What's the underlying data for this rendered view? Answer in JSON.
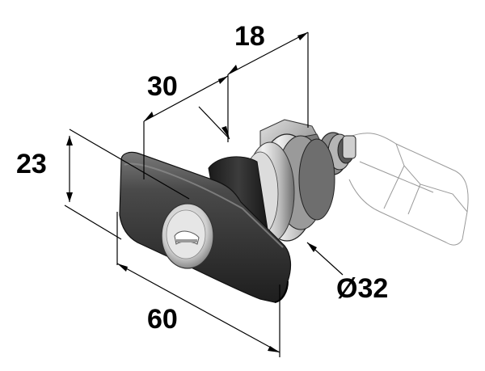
{
  "drawing": {
    "dimensions": {
      "top_depth": "18",
      "shank_depth": "30",
      "height": "23",
      "width": "60",
      "diameter": "Ø32"
    },
    "colors": {
      "handle": "#2e2e2e",
      "handle_highlight": "#6a6a6a",
      "metal": "#c8c8c8",
      "metal_dark": "#7a7a7a",
      "line": "#000000",
      "outline_part": "#9a9a9a"
    }
  }
}
